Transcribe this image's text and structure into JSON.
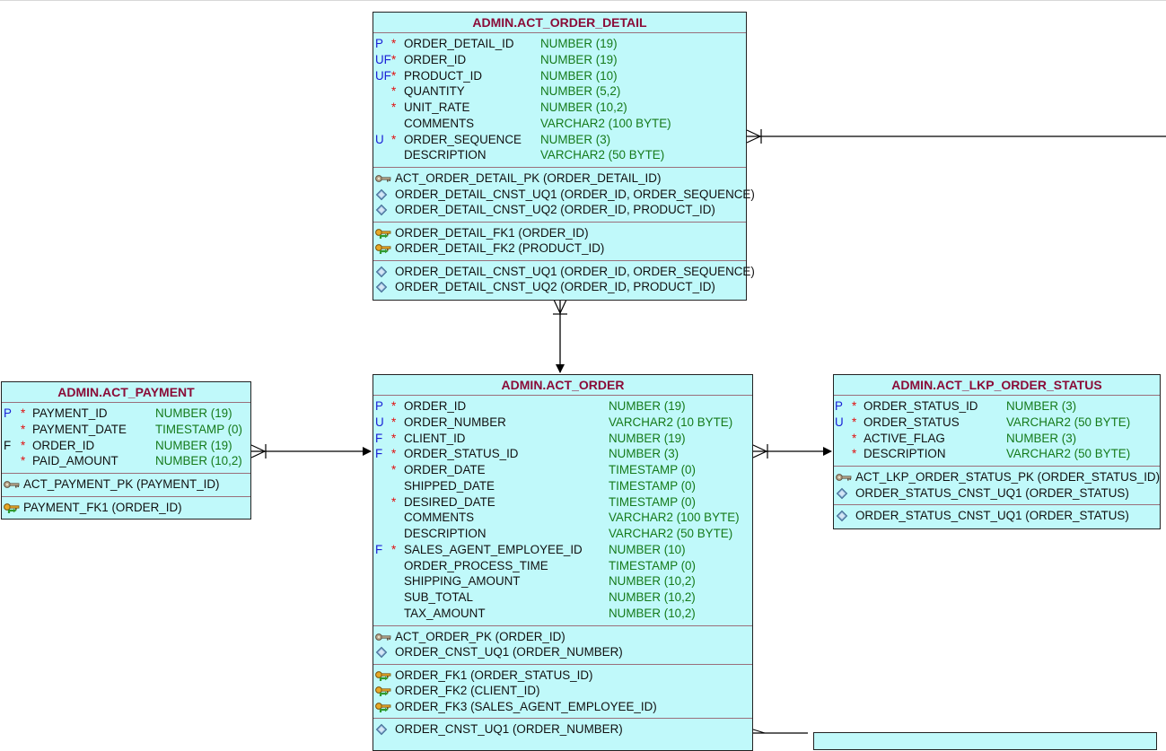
{
  "colors": {
    "entity_fill": "#c0f9fa",
    "entity_border": "#222222",
    "title": "#8a0c38",
    "flag": "#1a20d6",
    "required": "#e01010",
    "datatype": "#157a1a",
    "separator": "#9a6f7a"
  },
  "icons": {
    "primary_key": "key-icon",
    "unique_key": "diamond-icon",
    "foreign_key": "foreign-key-icon"
  },
  "entities": {
    "order_detail": {
      "title": "ADMIN.ACT_ORDER_DETAIL",
      "columns": [
        {
          "flag": "P",
          "req": "*",
          "name": "ORDER_DETAIL_ID",
          "type": "NUMBER (19)"
        },
        {
          "flag": "UF",
          "req": "*",
          "name": "ORDER_ID",
          "type": "NUMBER (19)"
        },
        {
          "flag": "UF",
          "req": "*",
          "name": "PRODUCT_ID",
          "type": "NUMBER (10)"
        },
        {
          "flag": "",
          "req": "*",
          "name": "QUANTITY",
          "type": "NUMBER (5,2)"
        },
        {
          "flag": "",
          "req": "*",
          "name": "UNIT_RATE",
          "type": "NUMBER (10,2)"
        },
        {
          "flag": "",
          "req": "",
          "name": "COMMENTS",
          "type": "VARCHAR2 (100 BYTE)"
        },
        {
          "flag": "U",
          "req": "*",
          "name": "ORDER_SEQUENCE",
          "type": "NUMBER (3)"
        },
        {
          "flag": "",
          "req": "",
          "name": "DESCRIPTION",
          "type": "VARCHAR2 (50 BYTE)"
        }
      ],
      "keys": [
        {
          "icon": "key-icon",
          "text": "ACT_ORDER_DETAIL_PK (ORDER_DETAIL_ID)"
        },
        {
          "icon": "diamond-icon",
          "text": "ORDER_DETAIL_CNST_UQ1 (ORDER_ID, ORDER_SEQUENCE)"
        },
        {
          "icon": "diamond-icon",
          "text": "ORDER_DETAIL_CNST_UQ2 (ORDER_ID, PRODUCT_ID)"
        }
      ],
      "foreign_keys": [
        {
          "icon": "foreign-key-icon",
          "text": "ORDER_DETAIL_FK1 (ORDER_ID)"
        },
        {
          "icon": "foreign-key-icon",
          "text": "ORDER_DETAIL_FK2 (PRODUCT_ID)"
        }
      ],
      "indexes": [
        {
          "icon": "diamond-icon",
          "text": "ORDER_DETAIL_CNST_UQ1 (ORDER_ID, ORDER_SEQUENCE)"
        },
        {
          "icon": "diamond-icon",
          "text": "ORDER_DETAIL_CNST_UQ2 (ORDER_ID, PRODUCT_ID)"
        }
      ]
    },
    "order": {
      "title": "ADMIN.ACT_ORDER",
      "columns": [
        {
          "flag": "P",
          "req": "*",
          "name": "ORDER_ID",
          "type": "NUMBER (19)"
        },
        {
          "flag": "U",
          "req": "*",
          "name": "ORDER_NUMBER",
          "type": "VARCHAR2 (10 BYTE)"
        },
        {
          "flag": "F",
          "req": "*",
          "name": "CLIENT_ID",
          "type": "NUMBER (19)"
        },
        {
          "flag": "F",
          "req": "*",
          "name": "ORDER_STATUS_ID",
          "type": "NUMBER (3)"
        },
        {
          "flag": "",
          "req": "*",
          "name": "ORDER_DATE",
          "type": "TIMESTAMP (0)"
        },
        {
          "flag": "",
          "req": "",
          "name": "SHIPPED_DATE",
          "type": "TIMESTAMP (0)"
        },
        {
          "flag": "",
          "req": "*",
          "name": "DESIRED_DATE",
          "type": "TIMESTAMP (0)"
        },
        {
          "flag": "",
          "req": "",
          "name": "COMMENTS",
          "type": "VARCHAR2 (100 BYTE)"
        },
        {
          "flag": "",
          "req": "",
          "name": "DESCRIPTION",
          "type": "VARCHAR2 (50 BYTE)"
        },
        {
          "flag": "F",
          "req": "*",
          "name": "SALES_AGENT_EMPLOYEE_ID",
          "type": "NUMBER (10)"
        },
        {
          "flag": "",
          "req": "",
          "name": "ORDER_PROCESS_TIME",
          "type": "TIMESTAMP (0)"
        },
        {
          "flag": "",
          "req": "",
          "name": "SHIPPING_AMOUNT",
          "type": "NUMBER (10,2)"
        },
        {
          "flag": "",
          "req": "",
          "name": "SUB_TOTAL",
          "type": "NUMBER (10,2)"
        },
        {
          "flag": "",
          "req": "",
          "name": "TAX_AMOUNT",
          "type": "NUMBER (10,2)"
        }
      ],
      "keys": [
        {
          "icon": "key-icon",
          "text": "ACT_ORDER_PK (ORDER_ID)"
        },
        {
          "icon": "diamond-icon",
          "text": "ORDER_CNST_UQ1 (ORDER_NUMBER)"
        }
      ],
      "foreign_keys": [
        {
          "icon": "foreign-key-icon",
          "text": "ORDER_FK1 (ORDER_STATUS_ID)"
        },
        {
          "icon": "foreign-key-icon",
          "text": "ORDER_FK2 (CLIENT_ID)"
        },
        {
          "icon": "foreign-key-icon",
          "text": "ORDER_FK3 (SALES_AGENT_EMPLOYEE_ID)"
        }
      ],
      "indexes": [
        {
          "icon": "diamond-icon",
          "text": "ORDER_CNST_UQ1 (ORDER_NUMBER)"
        }
      ]
    },
    "payment": {
      "title": "ADMIN.ACT_PAYMENT",
      "columns": [
        {
          "flag": "P",
          "req": "*",
          "name": "PAYMENT_ID",
          "type": "NUMBER (19)"
        },
        {
          "flag": "",
          "req": "*",
          "name": "PAYMENT_DATE",
          "type": "TIMESTAMP (0)"
        },
        {
          "flag": "F",
          "req": "*",
          "name": "ORDER_ID",
          "type": "NUMBER (19)"
        },
        {
          "flag": "",
          "req": "*",
          "name": "PAID_AMOUNT",
          "type": "NUMBER (10,2)"
        }
      ],
      "keys": [
        {
          "icon": "key-icon",
          "text": "ACT_PAYMENT_PK (PAYMENT_ID)"
        }
      ],
      "foreign_keys": [
        {
          "icon": "foreign-key-icon",
          "text": "PAYMENT_FK1 (ORDER_ID)"
        }
      ]
    },
    "order_status": {
      "title": "ADMIN.ACT_LKP_ORDER_STATUS",
      "columns": [
        {
          "flag": "P",
          "req": "*",
          "name": "ORDER_STATUS_ID",
          "type": "NUMBER (3)"
        },
        {
          "flag": "U",
          "req": "*",
          "name": "ORDER_STATUS",
          "type": "VARCHAR2 (50 BYTE)"
        },
        {
          "flag": "",
          "req": "*",
          "name": "ACTIVE_FLAG",
          "type": "NUMBER (3)"
        },
        {
          "flag": "",
          "req": "*",
          "name": "DESCRIPTION",
          "type": "VARCHAR2 (50 BYTE)"
        }
      ],
      "keys": [
        {
          "icon": "key-icon",
          "text": "ACT_LKP_ORDER_STATUS_PK (ORDER_STATUS_ID)"
        },
        {
          "icon": "diamond-icon",
          "text": "ORDER_STATUS_CNST_UQ1 (ORDER_STATUS)"
        }
      ],
      "indexes": [
        {
          "icon": "diamond-icon",
          "text": "ORDER_STATUS_CNST_UQ1 (ORDER_STATUS)"
        }
      ]
    }
  }
}
